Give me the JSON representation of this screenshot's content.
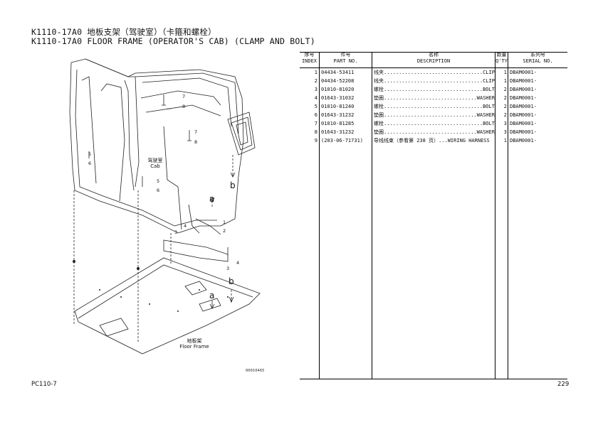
{
  "title_cn": "K1110-17A0 地板支架（驾驶室）（卡箍和螺栓）",
  "title_en": "K1110-17A0 FLOOR FRAME (OPERATOR'S CAB) (CLAMP AND BOLT)",
  "diagram": {
    "cab_cn": "驾驶室",
    "cab_en": "Cab",
    "floor_cn": "地板架",
    "floor_en": "Floor Frame",
    "figure_code": "00010465",
    "callouts": [
      "7",
      "8",
      "7",
      "8",
      "5",
      "6",
      "5",
      "6",
      "3",
      "4",
      "1",
      "2",
      "4",
      "3"
    ],
    "arrow_labels": [
      "a",
      "b",
      "b",
      "a"
    ]
  },
  "table": {
    "headers": {
      "index_cn": "序号",
      "index_en": "INDEX",
      "part_cn": "件号",
      "part_en": "PART NO.",
      "desc_cn": "名称",
      "desc_en": "DESCRIPTION",
      "qty_cn": "数量",
      "qty_en": "Q'TY",
      "serial_cn": "系列号",
      "serial_en": "SERIAL NO."
    },
    "rows": [
      {
        "index": "1",
        "part": "04434-53411",
        "desc": "线夹.................................CLIP",
        "qty": "1",
        "serial": "DBAM0001-"
      },
      {
        "index": "2",
        "part": "04434-52208",
        "desc": "线夹.................................CLIP",
        "qty": "1",
        "serial": "DBAM0001-"
      },
      {
        "index": "3",
        "part": "01010-81020",
        "desc": "螺栓.................................BOLT",
        "qty": "2",
        "serial": "DBAM0001-"
      },
      {
        "index": "4",
        "part": "01643-31032",
        "desc": "垫圈...............................WASHER",
        "qty": "2",
        "serial": "DBAM0001-"
      },
      {
        "index": "5",
        "part": "01010-81240",
        "desc": "螺栓.................................BOLT",
        "qty": "2",
        "serial": "DBAM0001-"
      },
      {
        "index": "6",
        "part": "01643-31232",
        "desc": "垫圈...............................WASHER",
        "qty": "2",
        "serial": "DBAM0001-"
      },
      {
        "index": "7",
        "part": "01010-81285",
        "desc": "螺栓.................................BOLT",
        "qty": "3",
        "serial": "DBAM0001-"
      },
      {
        "index": "8",
        "part": "01643-31232",
        "desc": "垫圈...............................WASHER",
        "qty": "3",
        "serial": "DBAM0001-"
      },
      {
        "index": "9",
        "part": "(203-06-71731)",
        "desc": "导线线束（参看第 238 页）...WIRING HARNESS",
        "qty": "1",
        "serial": "DBAM0001-"
      }
    ]
  },
  "footer": {
    "model": "PC110-7",
    "page": "229"
  }
}
